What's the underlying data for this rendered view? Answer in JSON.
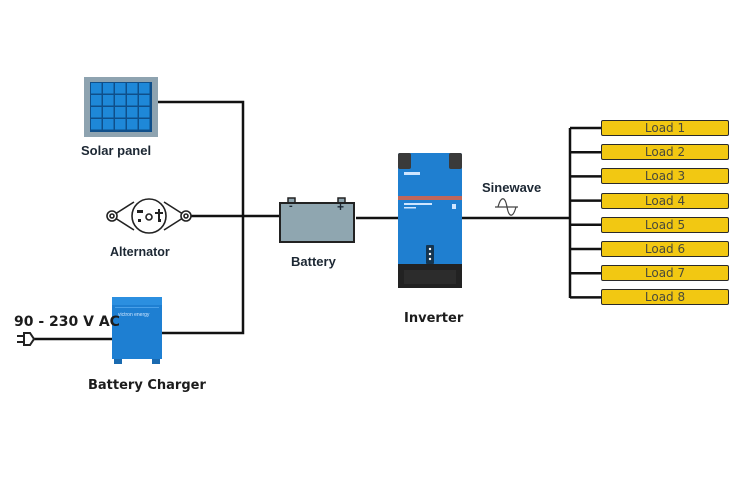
{
  "diagram": {
    "title": "Off-grid inverter system diagram",
    "components": {
      "solar_panel": {
        "label": "Solar panel"
      },
      "alternator": {
        "label": "Alternator"
      },
      "battery_charger": {
        "label": "Battery Charger",
        "input_label": "90 - 230 V AC"
      },
      "battery": {
        "label": "Battery",
        "negative": "-",
        "positive": "+"
      },
      "inverter": {
        "label": "Inverter"
      },
      "sinewave": {
        "label": "Sinewave"
      }
    },
    "loads": [
      "Load 1",
      "Load 2",
      "Load 3",
      "Load 4",
      "Load 5",
      "Load 6",
      "Load 7",
      "Load 8"
    ],
    "colors": {
      "line": "#111111",
      "solar_cell": "#1e88d8",
      "solar_frame": "#8ea3b0",
      "battery_body": "#8fa6b0",
      "victron_blue": "#1f7fd0",
      "inverter_base": "#222222",
      "load_fill": "#f2c812",
      "accent_stripe": "#c0665a"
    }
  }
}
